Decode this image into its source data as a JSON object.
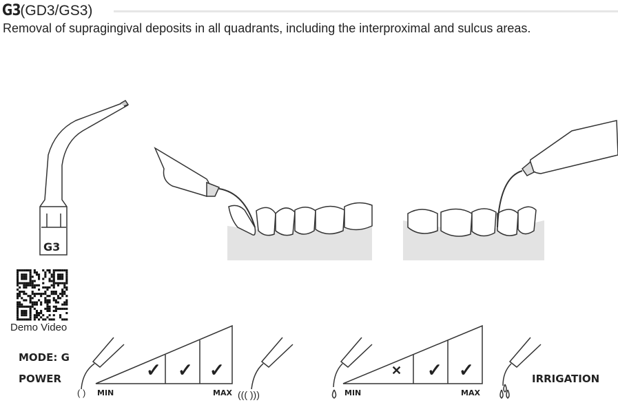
{
  "header": {
    "model": "G3",
    "variants": "(GD3/GS3)",
    "description": "Removal of supragingival deposits in all quadrants, including the interproximal and sulcus areas."
  },
  "tip_label": "G3",
  "qr": {
    "caption": "Demo Video"
  },
  "settings": {
    "mode_label": "MODE: G",
    "power": {
      "label": "POWER",
      "min": "MIN",
      "max": "MAX",
      "levels": [
        "check",
        "check",
        "check"
      ]
    },
    "irrigation": {
      "label": "IRRIGATION",
      "min": "MIN",
      "max": "MAX",
      "levels": [
        "cross",
        "check",
        "check"
      ]
    }
  }
}
